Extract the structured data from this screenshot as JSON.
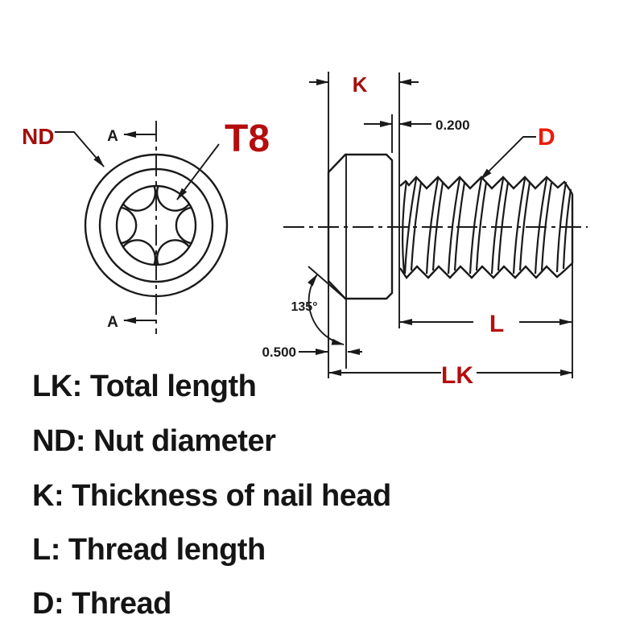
{
  "drawing": {
    "front_view": {
      "nd_label": "ND",
      "torx_label": "T8",
      "section_marker_top": "A",
      "section_marker_bottom": "A"
    },
    "side_view": {
      "k_label": "K",
      "d_label": "D",
      "l_label": "L",
      "lk_label": "LK",
      "head_offset_dim": "0.200",
      "chamfer_width_dim": "0.500",
      "chamfer_angle_dim": "135°"
    },
    "colors": {
      "line": "#1a1a1a",
      "dark_red": "#a50f0f",
      "red": "#b50d0d",
      "bright_red": "#ee1a08"
    }
  },
  "legend": {
    "items": [
      {
        "text": "LK: Total length"
      },
      {
        "text": "ND: Nut diameter"
      },
      {
        "text": "K: Thickness of nail head"
      },
      {
        "text": "L: Thread length"
      },
      {
        "text": "D: Thread"
      }
    ]
  }
}
